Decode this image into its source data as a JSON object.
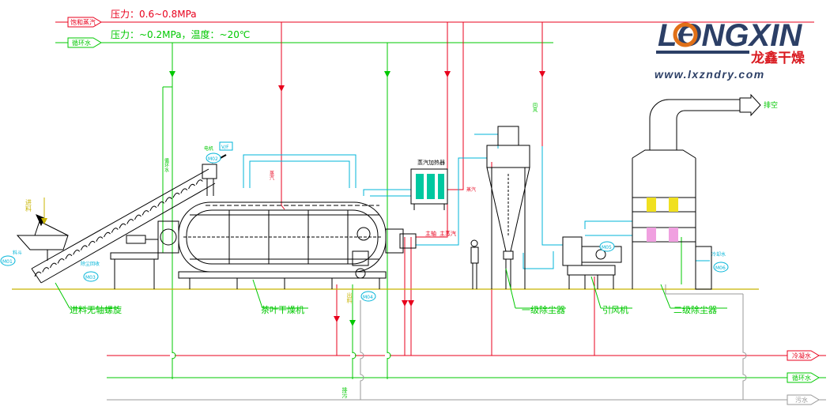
{
  "colors": {
    "steam": "#e8001c",
    "water": "#00c800",
    "return": "#9a9a9a",
    "equipment": "#000000",
    "duct": "#00b4d8",
    "floor": "#c8b400",
    "logo_blue": "#2c3f66",
    "logo_red": "#d9191f",
    "ring_orange": "#e07018"
  },
  "logo": {
    "brand": "LONGXIN",
    "cn": "龙鑫干燥",
    "url": "www.lxzndry.com"
  },
  "utilities": {
    "steam_tag": "饱和蒸汽",
    "steam_spec": "压力：0.6~0.8MPa",
    "water_tag": "循环水",
    "water_spec": "压力：~0.2MPa，温度：~20℃"
  },
  "outputs": {
    "condensate_tag": "冷凝水",
    "water_return_tag": "循环水",
    "drain_tag": "污水"
  },
  "equipment": {
    "feed_screw": "进料无轴螺旋",
    "dryer": "茶叶干燥机",
    "cyclone": "一级除尘器",
    "fan": "引风机",
    "scrubber": "二级除尘器",
    "exhaust": "排空",
    "feed_in": "进料",
    "discharge": "出料",
    "heater": "蒸汽加热器"
  },
  "instruments": {
    "m1": "M01",
    "m2": "M02",
    "m3": "M03",
    "m4": "M04",
    "m5": "M05",
    "m6": "M06",
    "vf": "V/F"
  },
  "small_labels": {
    "motor": "电机",
    "hopper": "料斗",
    "dust_return": "除尘回收",
    "main_shaft": "主轴",
    "cooling": "冷却水",
    "waste": "排污",
    "return_air": "回风",
    "steam_drop": "蒸汽",
    "water_drop": "循环水",
    "main_steam": "主蒸汽"
  }
}
